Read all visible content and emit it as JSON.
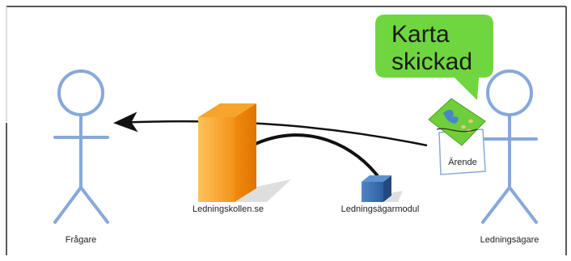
{
  "diagram": {
    "speech_bubble": {
      "line1": "Karta",
      "line2": "skickad",
      "color": "#6fd63f"
    },
    "actors": {
      "left": {
        "label": "Frågare"
      },
      "right": {
        "label": "Ledningsägare"
      }
    },
    "systems": {
      "main": {
        "label": "Ledningskollen.se",
        "color": "#f79a1e"
      },
      "module": {
        "label": "Ledningsägarmodul",
        "color": "#3f74b5"
      }
    },
    "case_doc": {
      "label": "Ärende",
      "map_color": "#6fcf3a"
    },
    "colors": {
      "actor_stroke": "#86a9d8",
      "arrow": "#111111",
      "frame": "#222222"
    }
  }
}
